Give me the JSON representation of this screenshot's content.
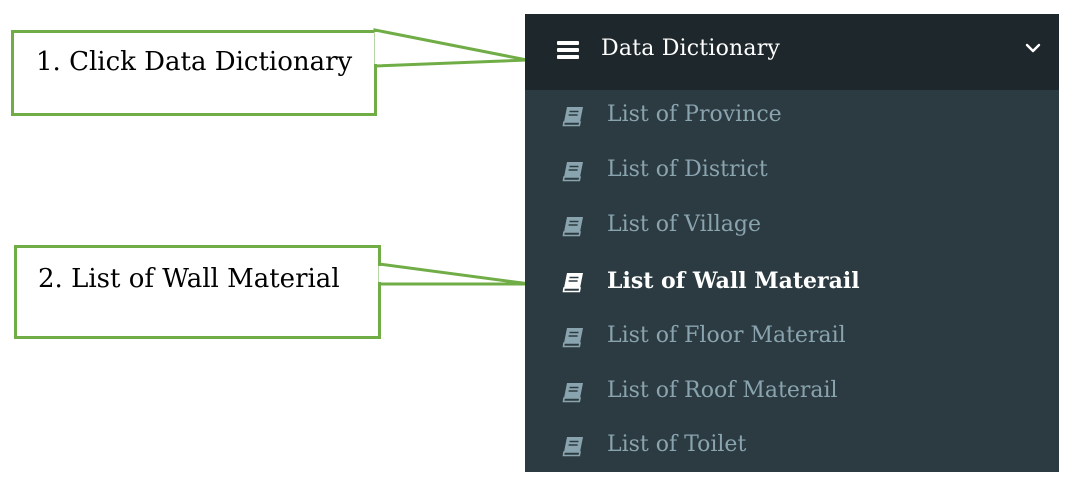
{
  "menu": {
    "header_label": "Data Dictionary",
    "header_icon": "hamburger-icon",
    "expand_icon": "chevron-down-icon",
    "item_icon": "book-icon",
    "items": [
      {
        "label": "List of Province",
        "active": false
      },
      {
        "label": "List of District",
        "active": false
      },
      {
        "label": "List of Village",
        "active": false
      },
      {
        "label": "List of Wall Materail",
        "active": true
      },
      {
        "label": "List of Floor Materail",
        "active": false
      },
      {
        "label": "List of Roof Materail",
        "active": false
      },
      {
        "label": "List of Toilet",
        "active": false
      }
    ]
  },
  "callouts": [
    {
      "text": "1. Click Data Dictionary"
    },
    {
      "text": "2. List of Wall Material"
    }
  ],
  "colors": {
    "menu_bg": "#2c3b41",
    "header_bg": "#1e282c",
    "item_text": "#8aa4af",
    "active_text": "#ffffff",
    "callout_border": "#70ad47"
  }
}
